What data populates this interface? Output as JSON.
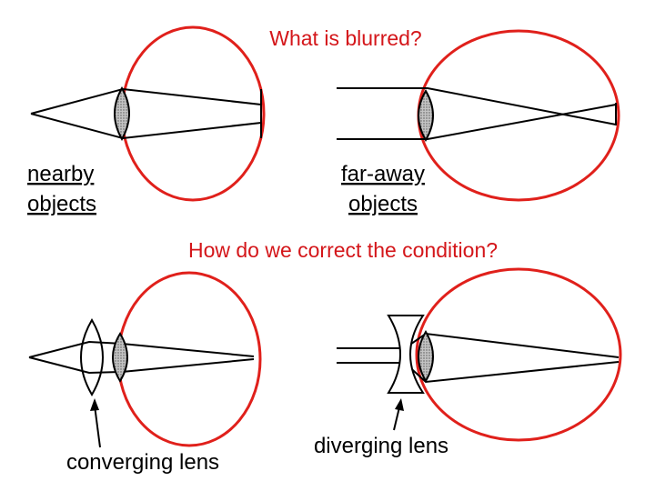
{
  "title": "What is blurred?",
  "question": "How do we correct the condition?",
  "labels": {
    "nearby": [
      "nearby",
      "objects"
    ],
    "faraway": [
      "far-away",
      "objects"
    ],
    "converging": "converging lens",
    "diverging": "diverging lens"
  },
  "colors": {
    "eye_outline": "#e0201b",
    "title_text": "#d4161a",
    "lens_fill": "#b9b9b9",
    "ink": "#000000"
  }
}
